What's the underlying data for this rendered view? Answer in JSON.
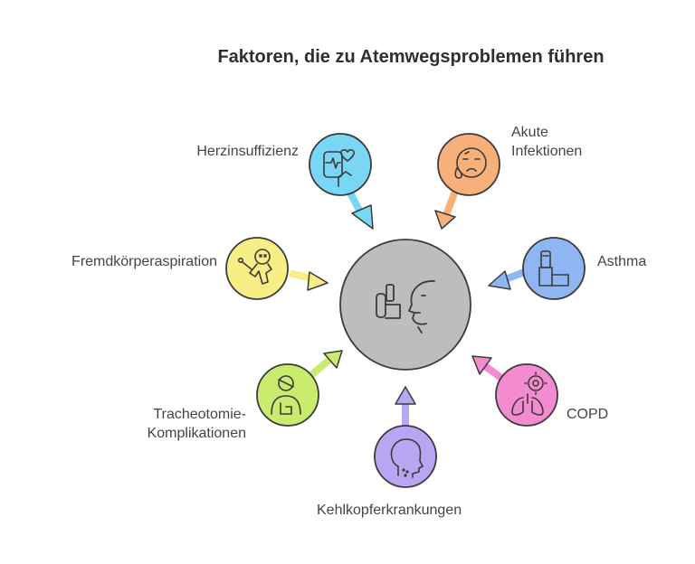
{
  "title": "Faktoren, die zu Atemwegsproblemen führen",
  "center": {
    "icon": "inhaler-face-icon",
    "fill": "#bdbdbd"
  },
  "factors": [
    {
      "id": "herzinsuffizienz",
      "label": "Herzinsuffizienz",
      "color": "#79d7f5",
      "icon": "heart-monitor-icon"
    },
    {
      "id": "akute-infektionen",
      "label_lines": [
        "Akute",
        "Infektionen"
      ],
      "color": "#f7b07a",
      "icon": "sick-face-icon"
    },
    {
      "id": "asthma",
      "label": "Asthma",
      "color": "#8fb5f2",
      "icon": "inhaler-icon"
    },
    {
      "id": "copd",
      "label": "COPD",
      "color": "#f48ad0",
      "icon": "lungs-icon"
    },
    {
      "id": "kehlkopferkrankungen",
      "label": "Kehlkopferkrankungen",
      "color": "#b9a6f2",
      "icon": "head-profile-icon"
    },
    {
      "id": "tracheotomie",
      "label_lines": [
        "Tracheotomie-",
        "Komplikationen"
      ],
      "color": "#c9ec6e",
      "icon": "bandaged-person-icon"
    },
    {
      "id": "fremdkoerper",
      "label": "Fremdkörperaspiration",
      "color": "#f8ee86",
      "icon": "voodoo-doll-icon"
    }
  ]
}
